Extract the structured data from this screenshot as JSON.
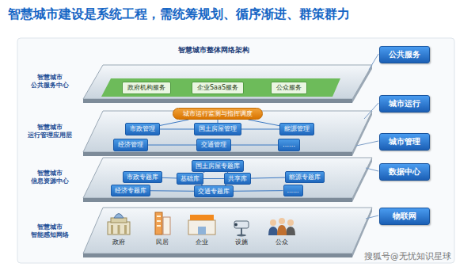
{
  "diagram": {
    "title": "智慧城市建设是系统工程，需统筹规划、循序渐进、群策群力",
    "nodes": [
      {
        "text": [
          "政府机构服务"
        ]
      },
      {
        "text": [
          "企业SaaS服务"
        ]
      },
      {
        "text": [
          "公众服务"
        ]
      },
      {
        "text": [
          "城市运行监测与指挥调度"
        ]
      },
      {
        "text": [
          "市政管理"
        ]
      },
      {
        "text": [
          "国土房屋管理"
        ]
      },
      {
        "text": [
          "能源管理"
        ]
      },
      {
        "text": [
          "经济管理"
        ]
      },
      {
        "text": [
          "交通管理"
        ]
      },
      {
        "text": [
          "……"
        ]
      },
      {
        "text": [
          "国土房屋专题库"
        ]
      },
      {
        "text": [
          "市政专题库"
        ]
      },
      {
        "text": [
          "基础库"
        ]
      },
      {
        "text": [
          "共享库"
        ]
      },
      {
        "text": [
          "能源专题库"
        ]
      },
      {
        "text": [
          "经济专题库"
        ]
      },
      {
        "text": [
          "交通专题库"
        ]
      },
      {
        "text": [
          "……"
        ]
      },
      {
        "text": [
          "公共服务"
        ]
      },
      {
        "text": [
          "城市运行"
        ]
      },
      {
        "text": [
          "城市管理"
        ]
      },
      {
        "text": [
          "数据中心"
        ]
      },
      {
        "text": [
          "物联网"
        ]
      }
    ],
    "edges": [
      {
        "from": 3,
        "to": 4,
        "arrow": "none"
      },
      {
        "from": 3,
        "to": 5,
        "arrow": "none"
      },
      {
        "from": 3,
        "to": 6,
        "arrow": "none"
      },
      {
        "from": 4,
        "to": 5,
        "arrow": "none"
      },
      {
        "from": 5,
        "to": 6,
        "arrow": "none"
      },
      {
        "from": 7,
        "to": 8,
        "arrow": "none"
      },
      {
        "from": 8,
        "to": 9,
        "arrow": "none"
      },
      {
        "from": 10,
        "to": 12,
        "arrow": "none"
      },
      {
        "from": 10,
        "to": 13,
        "arrow": "none"
      },
      {
        "from": 11,
        "to": 12,
        "arrow": "none"
      },
      {
        "from": 12,
        "to": 13,
        "arrow": "none"
      },
      {
        "from": 13,
        "to": 14,
        "arrow": "none"
      },
      {
        "from": 12,
        "to": 16,
        "arrow": "none"
      },
      {
        "from": 13,
        "to": 16,
        "arrow": "none"
      },
      {
        "from": 15,
        "to": 16,
        "arrow": "none"
      },
      {
        "from": 16,
        "to": 17,
        "arrow": "none"
      }
    ],
    "labels": [
      "智慧城市整体网络架构",
      "智慧城市 公共服务中心",
      "智慧城市 运行管理应用层",
      "智慧城市 信息资源中心",
      "智慧城市 智能感知网络",
      "政府",
      "民居",
      "企业",
      "设施",
      "公众",
      "搜狐号@无忧知识星球"
    ]
  }
}
